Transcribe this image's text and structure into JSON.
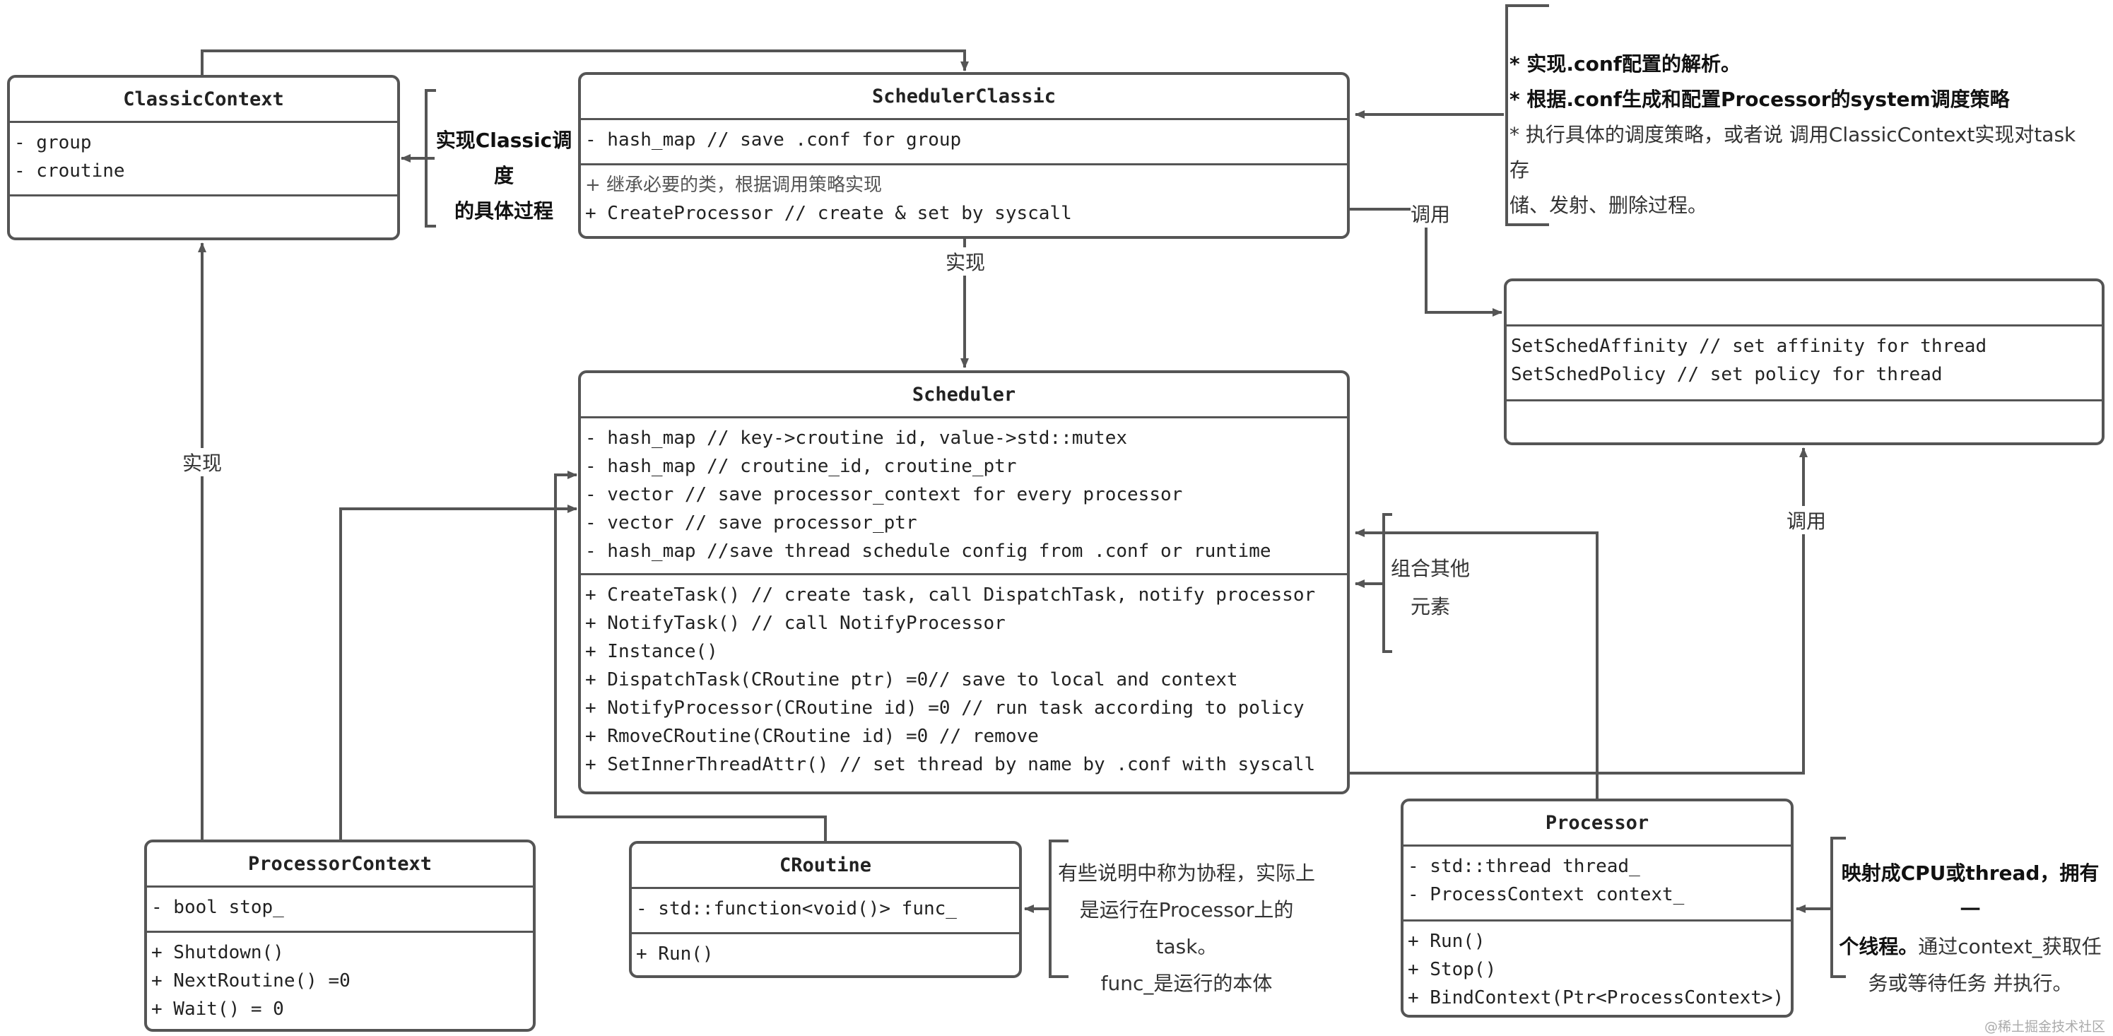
{
  "classic_context": {
    "title": "ClassicContext",
    "attrs": [
      "- group",
      "- croutine"
    ],
    "methods": []
  },
  "scheduler_classic": {
    "title": "SchedulerClassic",
    "attrs": [
      "- hash_map // save .conf for group"
    ],
    "methods": [
      "+ 继承必要的类，根据调用策略实现",
      "+ CreateProcessor // create & set by syscall"
    ]
  },
  "scheduler": {
    "title": "Scheduler",
    "attrs": [
      "- hash_map // key->croutine id, value->std::mutex",
      "- hash_map // croutine_id, croutine_ptr",
      "- vector // save processor_context for every processor",
      "- vector // save processor_ptr",
      "- hash_map //save thread schedule config from .conf or runtime"
    ],
    "methods": [
      "+ CreateTask() // create task, call DispatchTask, notify processor",
      "+ NotifyTask() // call NotifyProcessor",
      "+ Instance()",
      "+ DispatchTask(CRoutine ptr) =0// save to local and context",
      "+ NotifyProcessor(CRoutine id) =0 // run task according to policy",
      "+ RmoveCRoutine(CRoutine id) =0 // remove",
      "+ SetInnerThreadAttr() // set thread by name by .conf with syscall"
    ]
  },
  "syscall_box": {
    "title": "",
    "attrs": [
      "SetSchedAffinity // set affinity for thread",
      "SetSchedPolicy // set policy for thread"
    ],
    "methods": []
  },
  "processor_context": {
    "title": "ProcessorContext",
    "attrs": [
      "- bool stop_"
    ],
    "methods": [
      "+ Shutdown()",
      "+ NextRoutine() =0",
      "+ Wait() = 0"
    ]
  },
  "croutine": {
    "title": "CRoutine",
    "attrs": [
      "- std::function<void()> func_"
    ],
    "methods": [
      "+ Run()"
    ]
  },
  "processor": {
    "title": "Processor",
    "attrs": [
      "- std::thread thread_",
      "- ProcessContext context_"
    ],
    "methods": [
      "+ Run()",
      "+ Stop()",
      "+ BindContext(Ptr<ProcessContext>)"
    ]
  },
  "notes": {
    "classic_impl": [
      "实现Classic调度",
      "的具体过程"
    ],
    "scheduler_classic_note": {
      "line1": "* 实现.conf配置的解析。",
      "line2": "* 根据.conf生成和配置Processor的system调度策略",
      "line3": "* 执行具体的调度策略，或者说 调用ClassicContext实现对task存",
      "line4": "储、发射、删除过程。"
    },
    "compose": [
      "组合其他",
      "元素"
    ],
    "croutine_note": [
      "有些说明中称为协程，实际上",
      "是运行在Processor上的task。",
      "func_是运行的本体"
    ],
    "processor_note": {
      "bold1": "映射成CPU或thread，拥有一",
      "bold2": "个线程。",
      "rest2": "通过context_获取任",
      "line3": "务或等待任务 并执行。"
    }
  },
  "labels": {
    "implement_1": "实现",
    "implement_2": "实现",
    "call_1": "调用",
    "call_2": "调用"
  },
  "watermark": "@稀土掘金技术社区",
  "colors": {
    "line": "#555555",
    "text": "#222222"
  }
}
